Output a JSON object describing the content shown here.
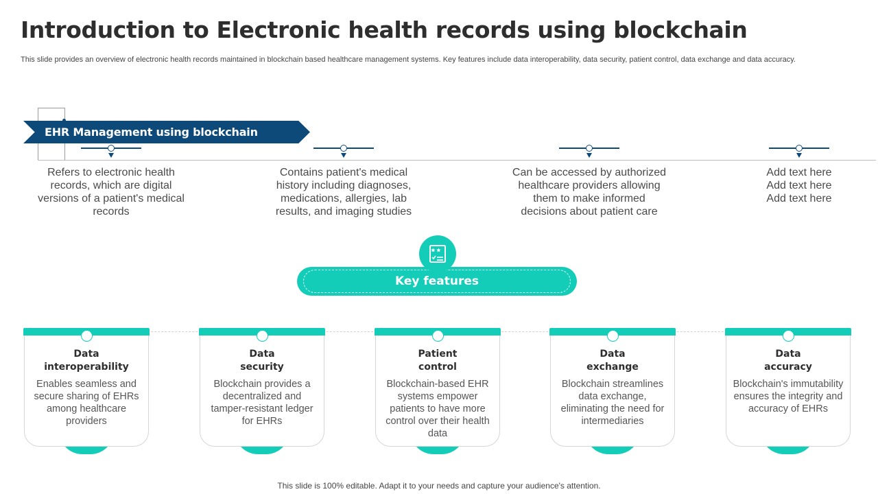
{
  "title": "Introduction to Electronic health records using blockchain",
  "subtitle": "This slide provides an overview of electronic health records maintained in blockchain based healthcare management systems. Key features include data interoperability, data security, patient control, data exchange and data accuracy.",
  "banner": {
    "label": "EHR Management using blockchain"
  },
  "ehr_points": [
    {
      "text": "Refers to electronic health records, which are digital versions of a patient's medical records"
    },
    {
      "text": "Contains patient's medical history including diagnoses, medications, allergies, lab results, and imaging studies"
    },
    {
      "text": "Can be accessed by authorized healthcare providers allowing them to make informed decisions about patient care"
    },
    {
      "text": "Add text here\nAdd text here\nAdd text here"
    }
  ],
  "key_features": {
    "label": "Key features",
    "icon": "checklist-stars-icon",
    "cards": [
      {
        "title": "Data\ninteroperability",
        "desc": "Enables seamless and secure sharing of EHRs among healthcare providers"
      },
      {
        "title": "Data\nsecurity",
        "desc": "Blockchain provides a decentralized and tamper-resistant ledger for EHRs"
      },
      {
        "title": "Patient\ncontrol",
        "desc": "Blockchain-based EHR systems empower patients to have more control over their health data"
      },
      {
        "title": "Data\nexchange",
        "desc": "Blockchain streamlines data exchange, eliminating the need for intermediaries"
      },
      {
        "title": "Data\naccuracy",
        "desc": "Blockchain's immutability ensures the integrity and accuracy of EHRs"
      }
    ]
  },
  "footer": "This slide is 100% editable. Adapt it to your needs and capture your audience's attention.",
  "colors": {
    "navy": "#0d4a7a",
    "teal": "#13cdb9",
    "text": "#4a4a4a"
  }
}
